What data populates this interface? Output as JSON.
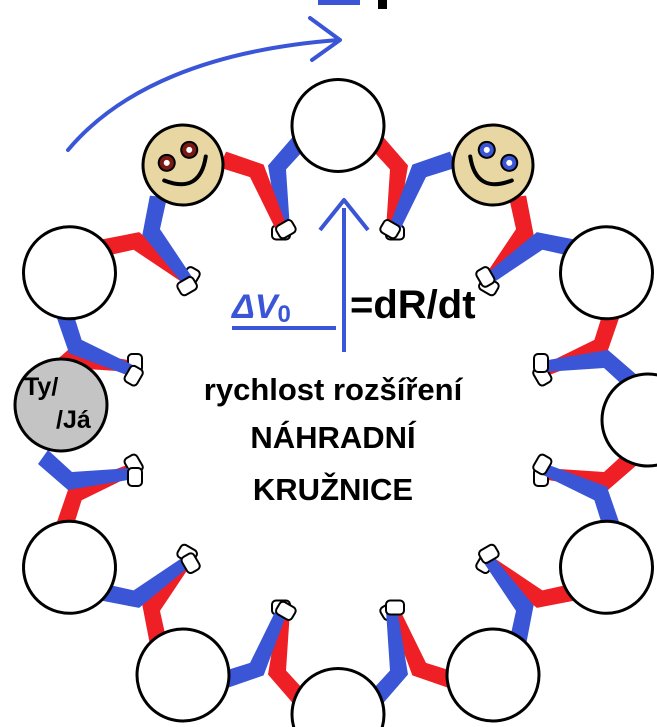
{
  "velocity_label": {
    "symbol": "ΔV",
    "subscript": "0",
    "equation": "=dR/dt"
  },
  "caption": {
    "line1": "rychlost rozšíření",
    "line2": "NÁHRADNÍ",
    "line3": "KRUŽNICE"
  },
  "self_marker": {
    "top": "Ty/",
    "bottom": "/Já"
  },
  "colors": {
    "blue": "#3a55d6",
    "red": "#ef1f26",
    "face": "#e8d7a3",
    "marker": "#c4c4c4",
    "outline": "#000000",
    "eye_left": "#7a1a14",
    "eye_right": "#3a55d6"
  },
  "icons": [
    "rotation-arrow-icon",
    "expansion-arrow-icon",
    "smiley-face-icon",
    "hand-icon"
  ]
}
